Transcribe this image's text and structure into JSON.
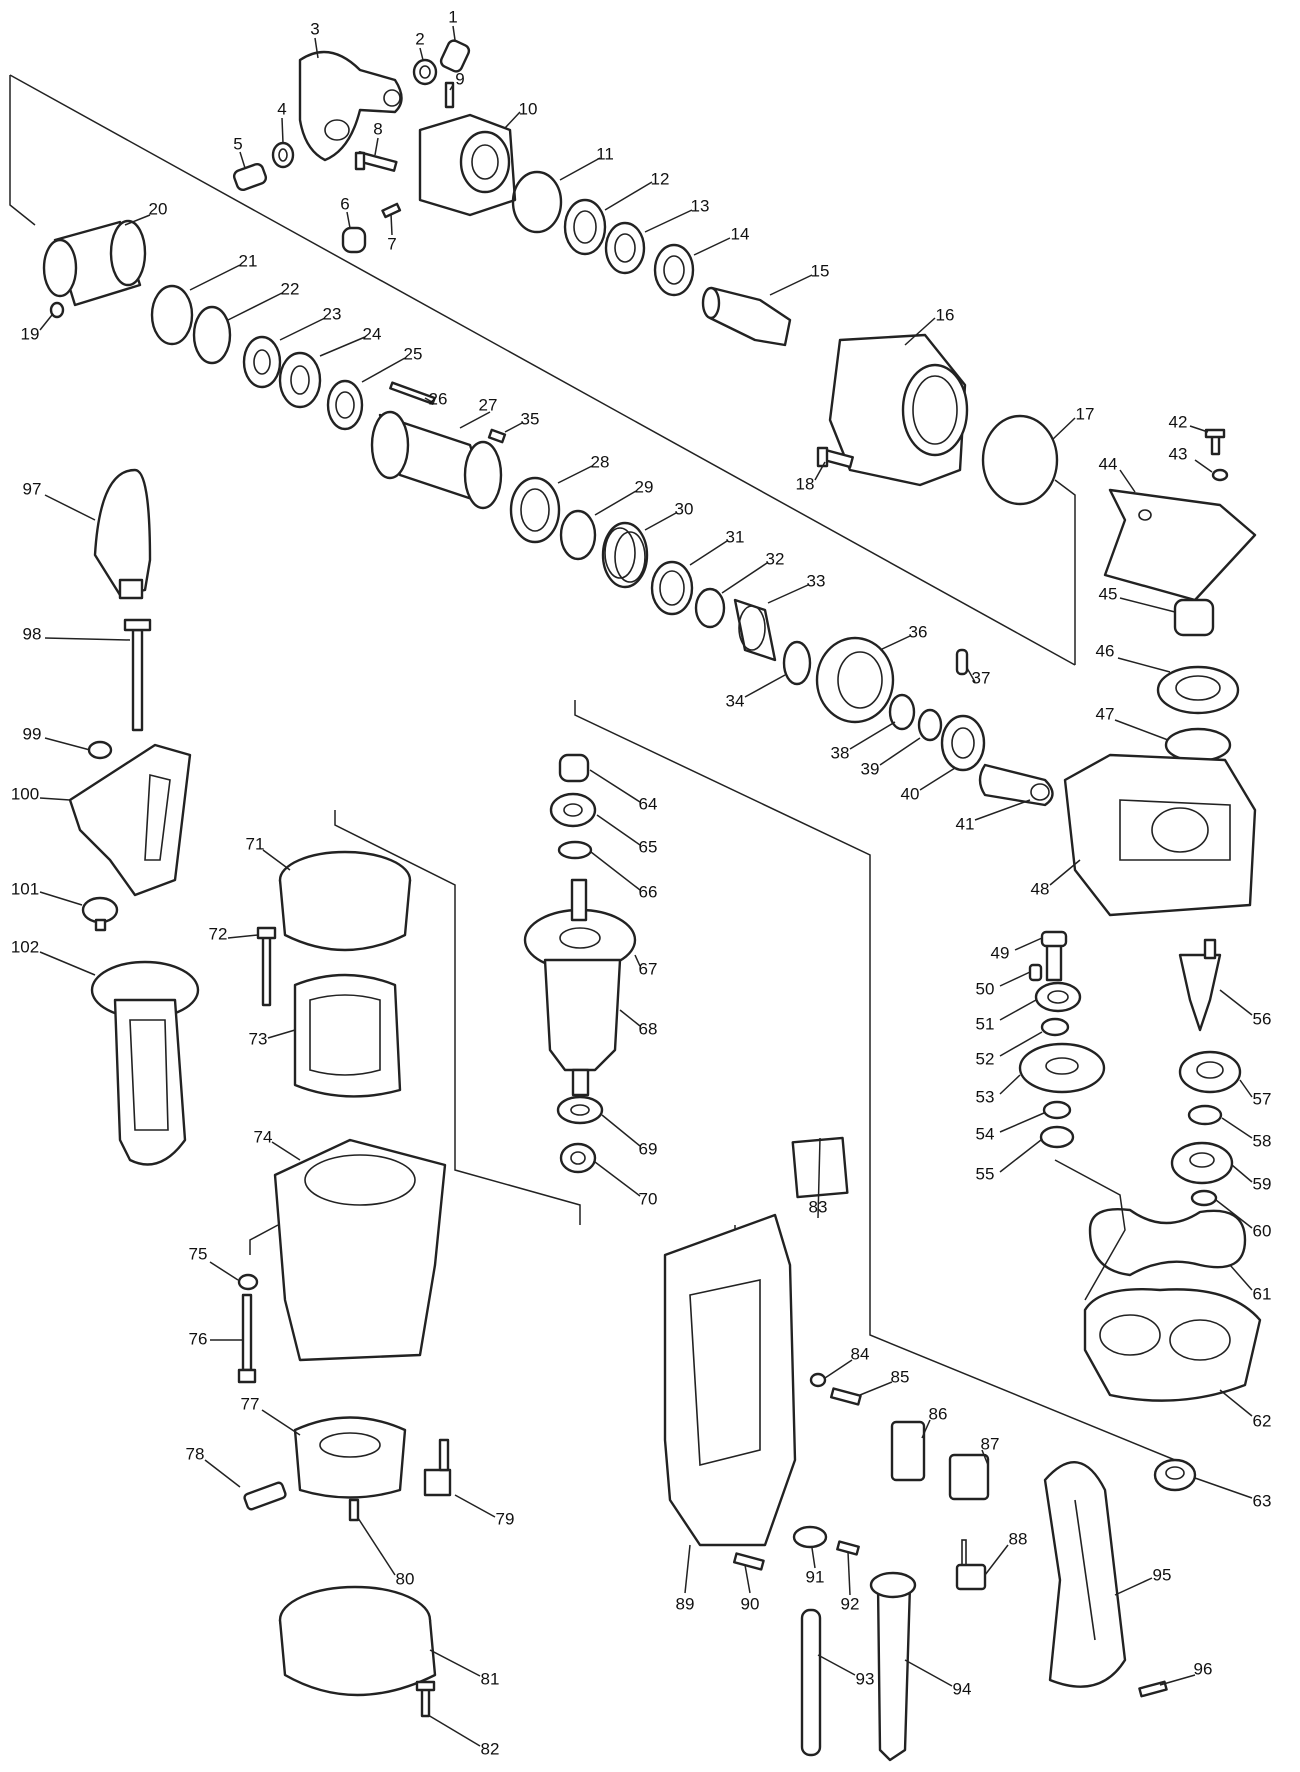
{
  "diagram": {
    "type": "exploded-parts-diagram",
    "ink_color": "#222222",
    "background_color": "#ffffff",
    "callouts": [
      "1",
      "2",
      "3",
      "4",
      "5",
      "6",
      "7",
      "8",
      "9",
      "10",
      "11",
      "12",
      "13",
      "14",
      "15",
      "16",
      "17",
      "18",
      "19",
      "20",
      "21",
      "22",
      "23",
      "24",
      "25",
      "26",
      "27",
      "28",
      "29",
      "30",
      "31",
      "32",
      "33",
      "34",
      "35",
      "36",
      "37",
      "38",
      "39",
      "40",
      "41",
      "42",
      "43",
      "44",
      "45",
      "46",
      "47",
      "48",
      "49",
      "50",
      "51",
      "52",
      "53",
      "54",
      "55",
      "56",
      "57",
      "58",
      "59",
      "60",
      "61",
      "62",
      "63",
      "64",
      "65",
      "66",
      "67",
      "68",
      "69",
      "70",
      "71",
      "72",
      "73",
      "74",
      "75",
      "76",
      "77",
      "78",
      "79",
      "80",
      "81",
      "82",
      "83",
      "84",
      "85",
      "86",
      "87",
      "88",
      "89",
      "90",
      "91",
      "92",
      "93",
      "94",
      "95",
      "96",
      "97",
      "98",
      "99",
      "100",
      "101",
      "102"
    ]
  }
}
